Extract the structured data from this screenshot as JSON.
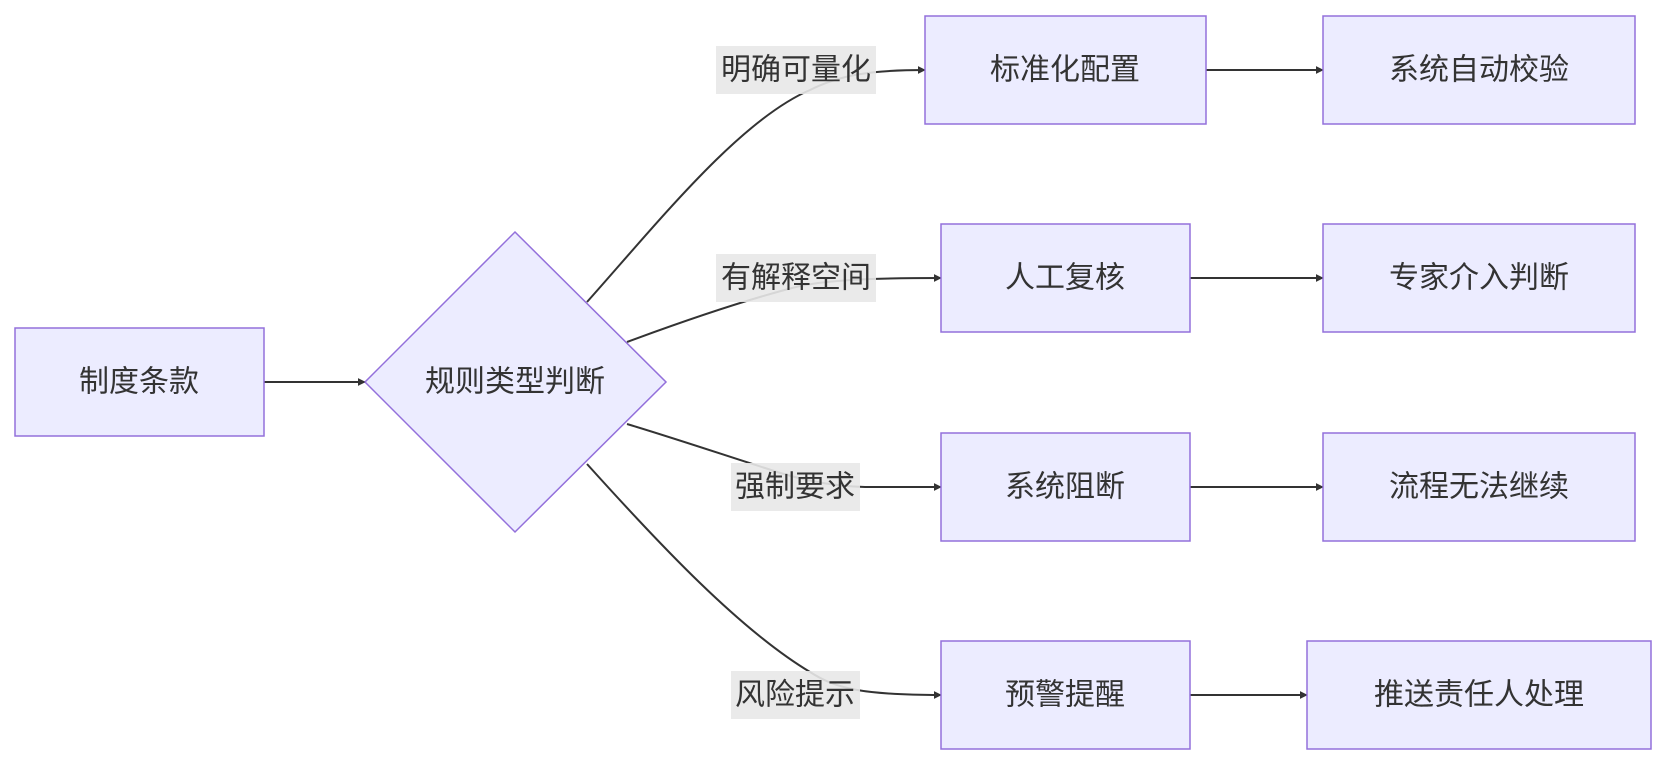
{
  "colors": {
    "node_fill": "#ececff",
    "node_stroke": "#9370db",
    "edge": "#333333",
    "label_bg": "#e8e8e8",
    "text": "#333333"
  },
  "nodes": {
    "policy": "制度条款",
    "decision": "规则类型判断",
    "std_config": "标准化配置",
    "auto_check": "系统自动校验",
    "manual_review": "人工复核",
    "expert": "专家介入判断",
    "sys_block": "系统阻断",
    "flow_stop": "流程无法继续",
    "warning": "预警提醒",
    "push": "推送责任人处理"
  },
  "edge_labels": {
    "quantifiable": "明确可量化",
    "interpretable": "有解释空间",
    "mandatory": "强制要求",
    "risk": "风险提示"
  }
}
